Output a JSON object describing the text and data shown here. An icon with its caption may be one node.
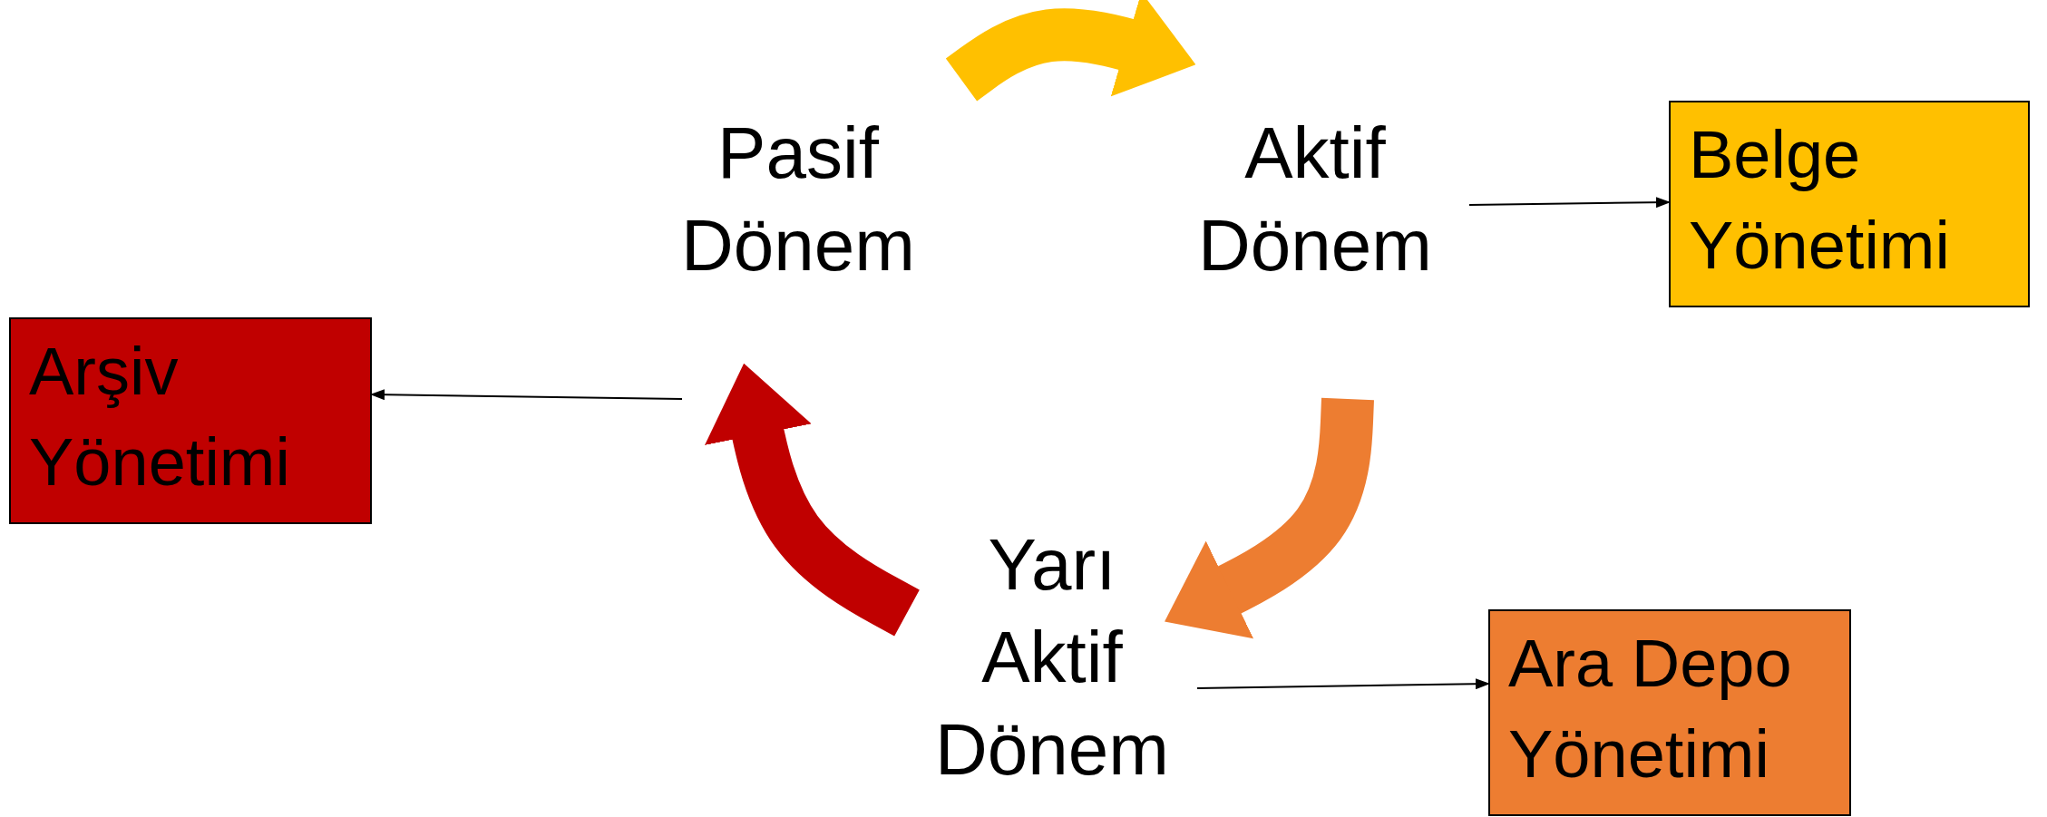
{
  "diagram": {
    "nodes": [
      {
        "text": [
          "Pasif Dönem"
        ]
      },
      {
        "text": [
          "Aktif Dönem"
        ]
      },
      {
        "text": [
          "Belge Yönetimi"
        ]
      },
      {
        "text": [
          "Yarı Aktif Dönem"
        ]
      },
      {
        "text": [
          "Ara Depo Yönetimi"
        ]
      },
      {
        "text": [
          "Arşiv Yönetimi"
        ]
      }
    ],
    "edges": [
      {
        "from": 0,
        "to": 1,
        "arrow": "to",
        "style": "thick",
        "color": "#ffc000"
      },
      {
        "from": 1,
        "to": 3,
        "arrow": "to",
        "style": "thick",
        "color": "#ed7d31"
      },
      {
        "from": 3,
        "to": 0,
        "arrow": "to",
        "style": "thick",
        "color": "#c00000"
      },
      {
        "from": 1,
        "to": 2,
        "arrow": "to"
      },
      {
        "from": 3,
        "to": 4,
        "arrow": "to"
      },
      {
        "from": 0,
        "to": 5,
        "arrow": "to"
      }
    ]
  }
}
